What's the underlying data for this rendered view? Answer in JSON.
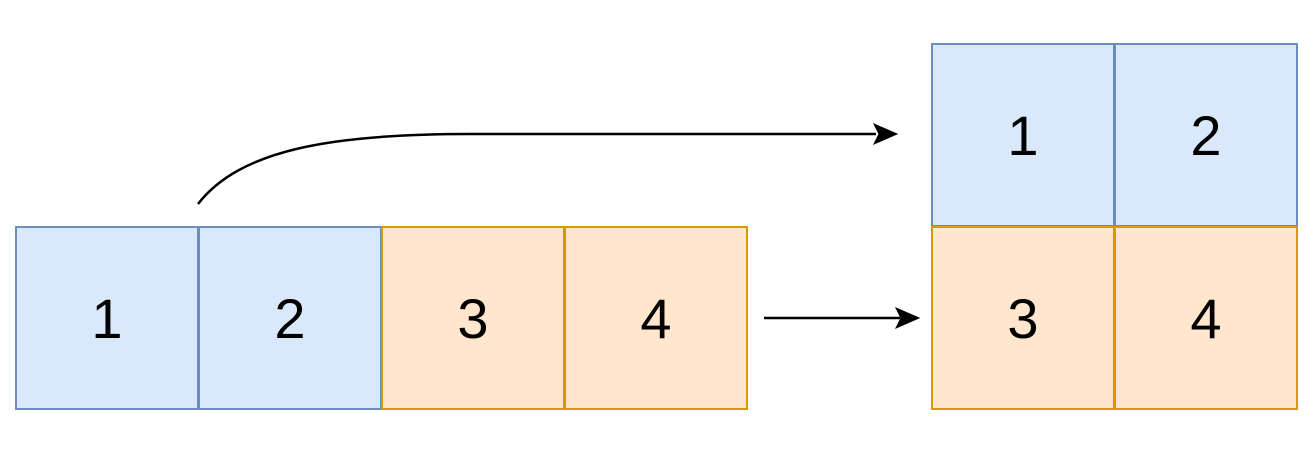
{
  "flat_row": {
    "cells": [
      {
        "label": "1",
        "color": "#dae8fc"
      },
      {
        "label": "2",
        "color": "#dae8fc"
      },
      {
        "label": "3",
        "color": "#ffe6cc"
      },
      {
        "label": "4",
        "color": "#ffe6cc"
      }
    ]
  },
  "grid": {
    "cells": [
      {
        "label": "1",
        "color": "#dae8fc"
      },
      {
        "label": "2",
        "color": "#dae8fc"
      },
      {
        "label": "3",
        "color": "#ffe6cc"
      },
      {
        "label": "4",
        "color": "#ffe6cc"
      }
    ]
  },
  "colors": {
    "blue_fill": "#dae8fc",
    "blue_stroke": "#6c8ebf",
    "orange_fill": "#ffe6cc",
    "orange_stroke": "#d79b00",
    "arrow": "#000000"
  }
}
